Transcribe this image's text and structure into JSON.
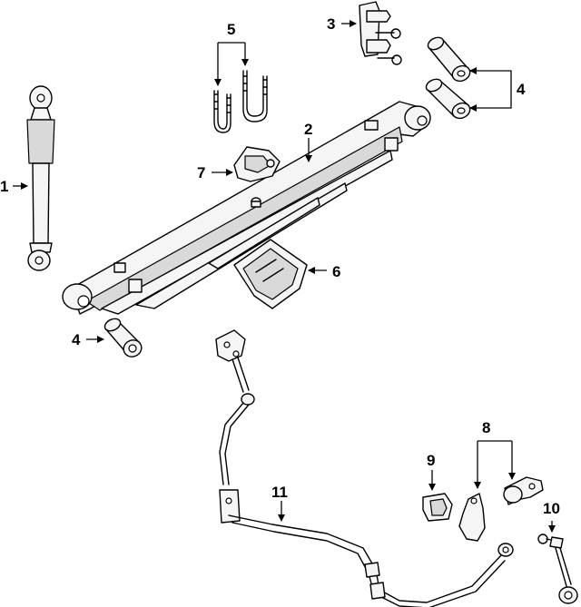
{
  "diagram": {
    "callouts": [
      {
        "key": "c1",
        "label": "1"
      },
      {
        "key": "c2",
        "label": "2"
      },
      {
        "key": "c3",
        "label": "3"
      },
      {
        "key": "c4a",
        "label": "4"
      },
      {
        "key": "c4b",
        "label": "4"
      },
      {
        "key": "c5",
        "label": "5"
      },
      {
        "key": "c6",
        "label": "6"
      },
      {
        "key": "c7",
        "label": "7"
      },
      {
        "key": "c8",
        "label": "8"
      },
      {
        "key": "c9",
        "label": "9"
      },
      {
        "key": "c10",
        "label": "10"
      },
      {
        "key": "c11",
        "label": "11"
      }
    ]
  }
}
